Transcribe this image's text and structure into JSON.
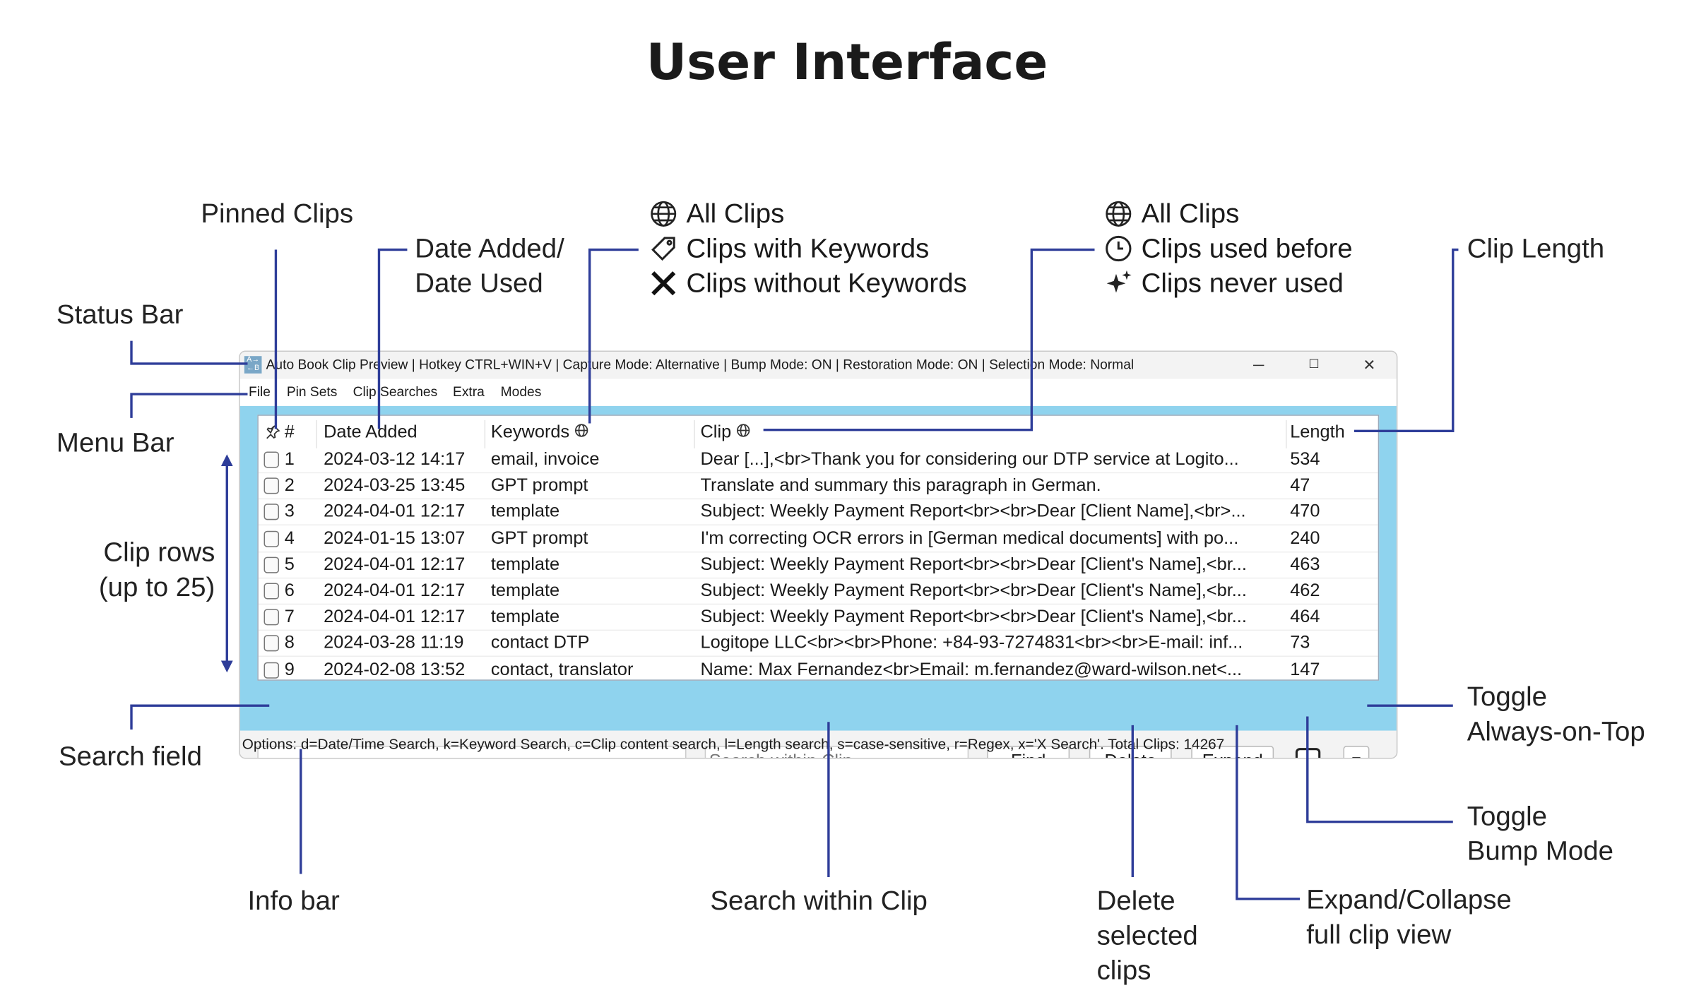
{
  "page_title": "User Interface",
  "annotations": {
    "pinned_clips": "Pinned Clips",
    "date_added_1": "Date Added/",
    "date_added_2": "Date Used",
    "keywords_legend": [
      {
        "icon": "globe-icon",
        "label": "All Clips"
      },
      {
        "icon": "tag-icon",
        "label": "Clips with Keywords"
      },
      {
        "icon": "x-icon",
        "label": "Clips without Keywords"
      }
    ],
    "clip_legend": [
      {
        "icon": "globe-icon",
        "label": "All Clips"
      },
      {
        "icon": "clock-icon",
        "label": "Clips used before"
      },
      {
        "icon": "sparkle-icon",
        "label": "Clips never used"
      }
    ],
    "clip_length": "Clip Length",
    "status_bar": "Status Bar",
    "menu_bar": "Menu Bar",
    "clip_rows_1": "Clip rows",
    "clip_rows_2": "(up to 25)",
    "search_field": "Search field",
    "info_bar": "Info bar",
    "search_within_clip": "Search within Clip",
    "delete_1": "Delete",
    "delete_2": "selected",
    "delete_3": "clips",
    "expand_1": "Expand/Collapse",
    "expand_2": "full clip view",
    "bump_1": "Toggle",
    "bump_2": "Bump Mode",
    "ontop_1": "Toggle",
    "ontop_2": "Always-on-Top",
    "line_color": "#2e3d99"
  },
  "window": {
    "title": "Auto Book Clip Preview | Hotkey CTRL+WIN+V | Capture Mode: Alternative | Bump Mode: ON | Restoration Mode: ON | Selection Mode: Normal",
    "minimize": "─",
    "maximize": "☐",
    "close": "✕",
    "menu": [
      "File",
      "Pin Sets",
      "Clip Searches",
      "Extra",
      "Modes"
    ],
    "accent_color": "#8fd3ee",
    "table": {
      "headers": {
        "num": "#",
        "date": "Date Added",
        "keywords": "Keywords",
        "clip": "Clip",
        "length": "Length"
      },
      "rows": [
        {
          "num": "1",
          "date": "2024-03-12 14:17",
          "keywords": "email, invoice",
          "clip": "Dear [...],<br>Thank you for considering our DTP service at Logito...",
          "length": "534"
        },
        {
          "num": "2",
          "date": "2024-03-25 13:45",
          "keywords": "GPT prompt",
          "clip": "Translate and summary this paragraph in German.",
          "length": "47"
        },
        {
          "num": "3",
          "date": "2024-04-01 12:17",
          "keywords": "template",
          "clip": "Subject: Weekly Payment Report<br><br>Dear [Client Name],<br>...",
          "length": "470"
        },
        {
          "num": "4",
          "date": "2024-01-15 13:07",
          "keywords": "GPT prompt",
          "clip": "I'm correcting OCR errors in [German medical documents] with po...",
          "length": "240"
        },
        {
          "num": "5",
          "date": "2024-04-01 12:17",
          "keywords": "template",
          "clip": "Subject: Weekly Payment Report<br><br>Dear [Client's Name],<br...",
          "length": "463"
        },
        {
          "num": "6",
          "date": "2024-04-01 12:17",
          "keywords": "template",
          "clip": "Subject: Weekly Payment Report<br><br>Dear [Client's Name],<br...",
          "length": "462"
        },
        {
          "num": "7",
          "date": "2024-04-01 12:17",
          "keywords": "template",
          "clip": "Subject: Weekly Payment Report<br><br>Dear [Client's Name],<br...",
          "length": "464"
        },
        {
          "num": "8",
          "date": "2024-03-28 11:19",
          "keywords": "contact DTP",
          "clip": "Logitope LLC<br><br>Phone: +84-93-7274831<br><br>E-mail: inf...",
          "length": "73"
        },
        {
          "num": "9",
          "date": "2024-02-08 13:52",
          "keywords": "contact, translator",
          "clip": "Name: Max Fernandez<br>Email: m.fernandez@ward-wilson.net<...",
          "length": "147"
        }
      ]
    },
    "search_value": "",
    "search_within_placeholder": "Search within Clip",
    "find_label": "Find",
    "delete_label": "Delete",
    "expand_label": "Expand",
    "bump_icon": "▲",
    "ontop_icon": "▼",
    "info_text": "Options: d=Date/Time Search, k=Keyword Search, c=Clip content search, l=Length search, s=case-sensitive, r=Regex, x='X Search'. Total Clips: 14267"
  }
}
